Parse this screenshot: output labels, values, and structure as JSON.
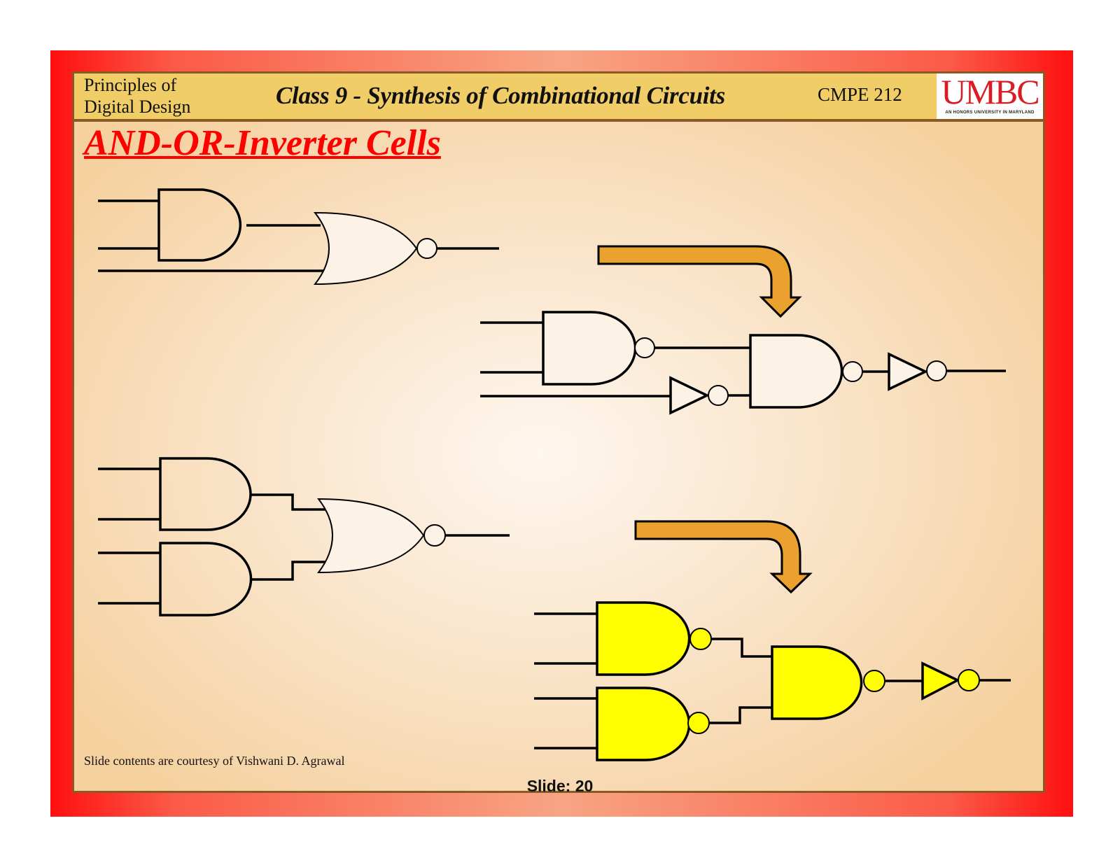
{
  "header": {
    "course_line1": "Principles of",
    "course_line2": "Digital Design",
    "title": "Class 9 - Synthesis of Combinational Circuits",
    "course_code": "CMPE 212",
    "logo_text": "UMBC",
    "logo_tagline": "AN HONORS UNIVERSITY IN MARYLAND"
  },
  "slide": {
    "heading": "AND-OR-Inverter Cells",
    "credit": "Slide contents are courtesy of  Vishwani D. Agrawal",
    "slide_number": "Slide: 20"
  },
  "colors": {
    "accent_red": "#ff0000",
    "arrow_orange": "#eaa12e",
    "highlight_yellow": "#ffff00",
    "header_gold": "#f0cd66"
  }
}
